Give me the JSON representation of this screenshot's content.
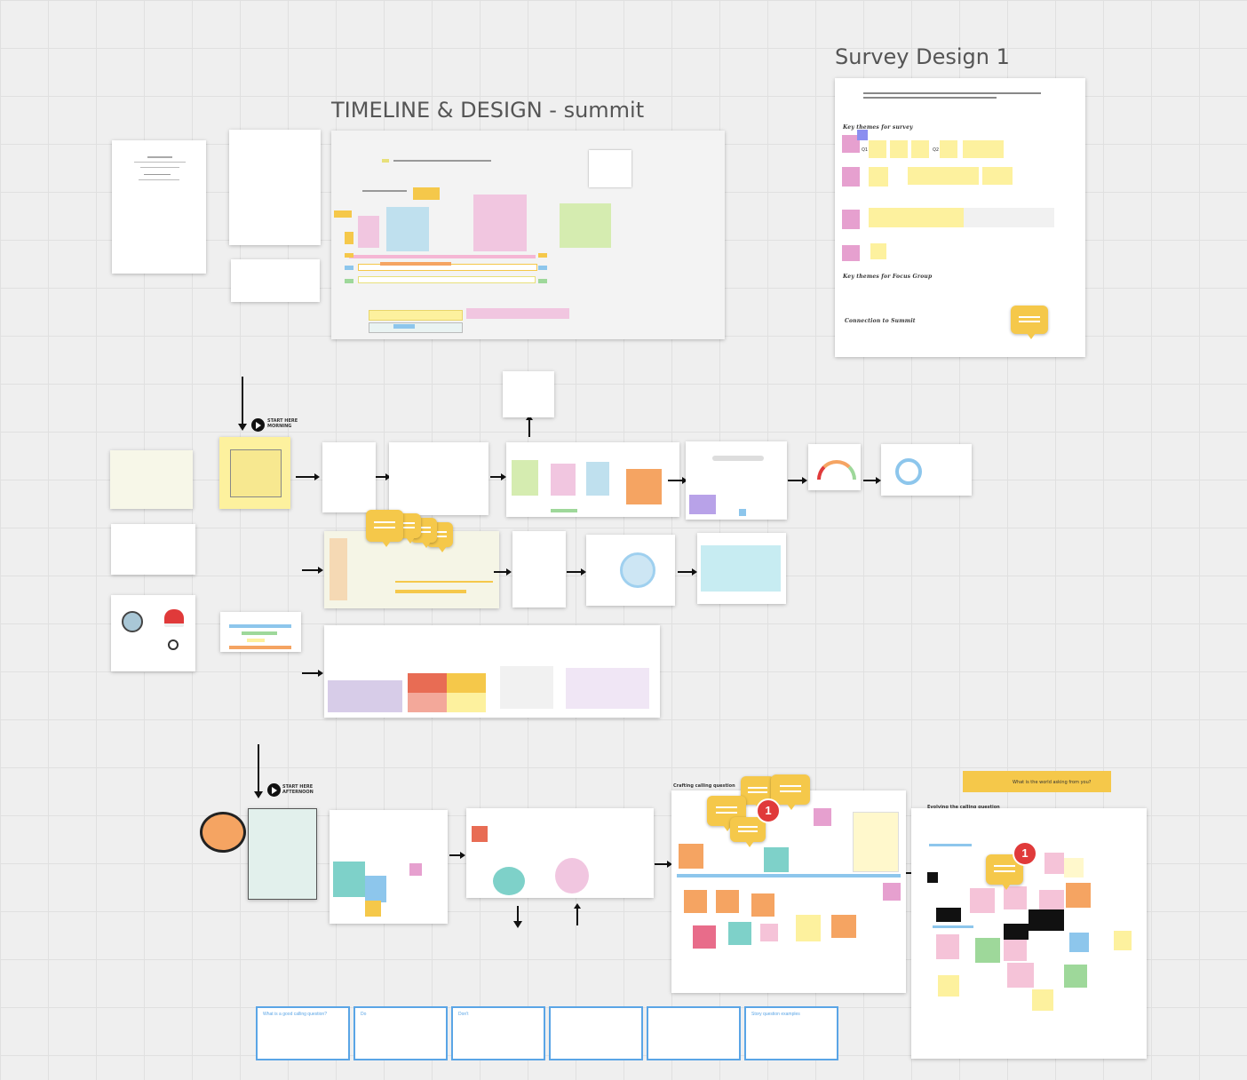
{
  "board": {
    "titles": {
      "timeline": "TIMELINE & DESIGN - summit",
      "survey": "Survey Design 1"
    },
    "survey_frame": {
      "key_themes_survey": "Key themes for survey",
      "key_themes_focus": "Key themes for Focus Group",
      "connection": "Connection to Summit",
      "q1": "Q1",
      "q2": "Q2"
    },
    "start_morning": {
      "line1": "START HERE",
      "line2": "MORNING"
    },
    "start_afternoon": {
      "line1": "START HERE",
      "line2": "AFTERNOON"
    },
    "bottom_cards": [
      "What is a good calling question?",
      "Do",
      "Don't",
      "",
      "",
      "Story question examples"
    ],
    "badges": {
      "first": "1",
      "second": "1"
    },
    "right_frame_titles": {
      "crafting": "Crafting calling question",
      "evolving": "Evolving the calling question"
    },
    "banner_text": "What is the world asking from you?"
  },
  "colors": {
    "sticky_yellow": "#fdf19e",
    "sticky_pink": "#e6a0cf",
    "sticky_orange": "#f5a462",
    "sticky_green": "#9ed89a",
    "sticky_blue": "#8dc6ec",
    "sticky_teal": "#7ed1c9",
    "comment_yellow": "#f5c84a",
    "badge_red": "#e03a3a",
    "card_blue": "#5aa5e6"
  },
  "icons": [
    "play-icon",
    "comment-icon",
    "speech-bubble-icon",
    "santa-hat-icon",
    "magnifier-icon",
    "gauge-icon",
    "star-icon"
  ]
}
